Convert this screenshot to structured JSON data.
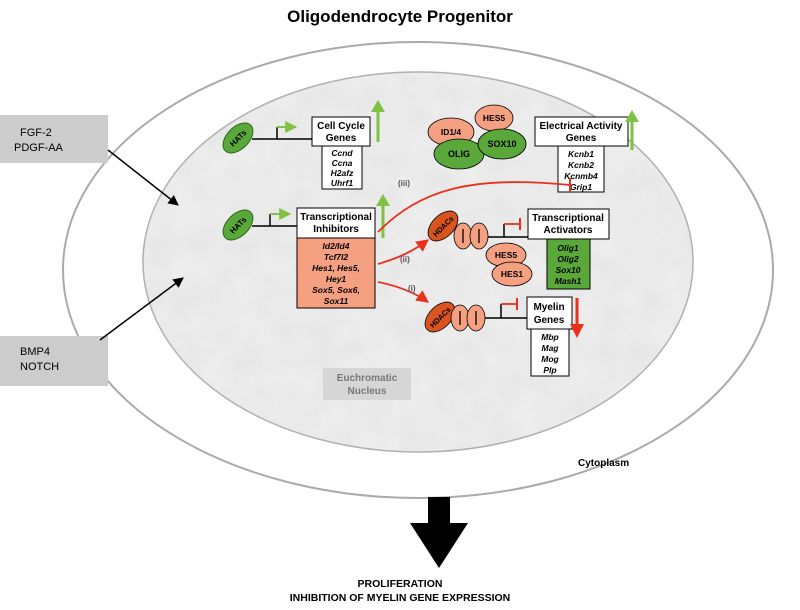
{
  "title": "Oligodendrocyte Progenitor",
  "signals": {
    "top": [
      "FGF-2",
      "PDGF-AA"
    ],
    "bottom": [
      "BMP4",
      "NOTCH"
    ]
  },
  "nucleus_label": [
    "Euchromatic",
    "Nucleus"
  ],
  "cytoplasm_label": "Cytoplasm",
  "hats": {
    "label": "HATs"
  },
  "hdacs": {
    "label": "HDACs"
  },
  "cell_cycle": {
    "header": [
      "Cell Cycle",
      "Genes"
    ],
    "genes": [
      "Ccnd",
      "Ccna",
      "H2afz",
      "Uhrf1"
    ]
  },
  "transcriptional_inhibitors": {
    "header": [
      "Transcriptional",
      "Inhibitors"
    ],
    "genes": [
      "Id2/Id4",
      "Tcf7l2",
      "Hes1, Hes5,",
      "Hey1",
      "Sox5, Sox6,",
      "Sox11"
    ]
  },
  "electrical_activity": {
    "header": [
      "Electrical Activity",
      "Genes"
    ],
    "genes": [
      "Kcnb1",
      "Kcnb2",
      "Kcnmb4",
      "Grip1"
    ]
  },
  "transcriptional_activators": {
    "header": [
      "Transcriptional",
      "Activators"
    ],
    "genes": [
      "Olig1",
      "Olig2",
      "Sox10",
      "Mash1"
    ]
  },
  "myelin": {
    "header": [
      "Myelin",
      "Genes"
    ],
    "genes": [
      "Mbp",
      "Mag",
      "Mog",
      "Plp"
    ]
  },
  "complex_factors": {
    "id": "ID1/4",
    "hes5": "HES5",
    "olig": "OLIG",
    "sox10": "SOX10"
  },
  "hes_pair": {
    "hes5": "HES5",
    "hes1": "HES1"
  },
  "pathway_labels": {
    "i": "(i)",
    "ii": "(ii)",
    "iii": "(iii)"
  },
  "outcome": [
    "PROLIFERATION",
    "INHIBITION OF MYELIN GENE EXPRESSION"
  ],
  "colors": {
    "green": "#5aa83a",
    "dark_green": "#3c8a2a",
    "salmon": "#f4a081",
    "orange_red": "#d9541f",
    "red": "#e8301c",
    "arrow_green": "#7dc242",
    "box_gray": "#cccccc"
  }
}
